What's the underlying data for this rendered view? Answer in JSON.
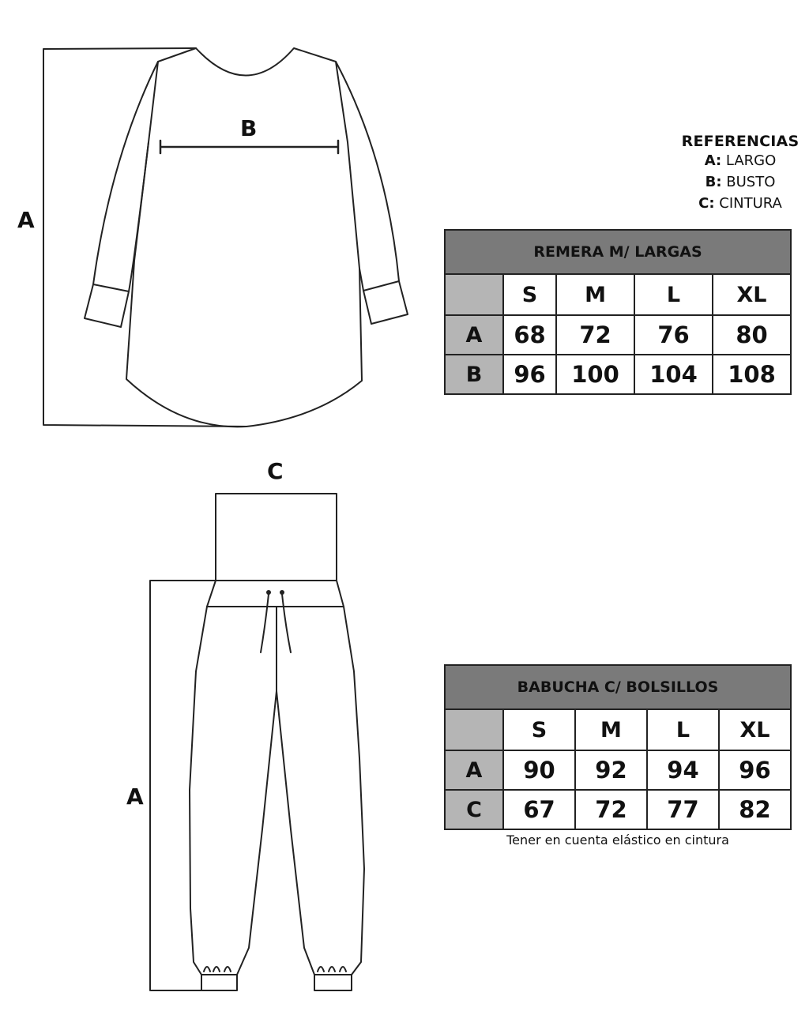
{
  "shirt": {
    "label_length": "A",
    "label_bust": "B"
  },
  "pants": {
    "label_waist": "C",
    "label_length": "A"
  },
  "references": {
    "title": "REFERENCIAS",
    "items": [
      {
        "key": "A:",
        "text": "LARGO"
      },
      {
        "key": "B:",
        "text": "BUSTO"
      },
      {
        "key": "C:",
        "text": "CINTURA"
      }
    ]
  },
  "tables": [
    {
      "title": "REMERA M/ LARGAS",
      "columns": [
        "S",
        "M",
        "L",
        "XL"
      ],
      "rows": [
        {
          "label": "A",
          "values": [
            "68",
            "72",
            "76",
            "80"
          ]
        },
        {
          "label": "B",
          "values": [
            "96",
            "100",
            "104",
            "108"
          ]
        }
      ]
    },
    {
      "title": "BABUCHA C/ BOLSILLOS",
      "columns": [
        "S",
        "M",
        "L",
        "XL"
      ],
      "rows": [
        {
          "label": "A",
          "values": [
            "90",
            "92",
            "94",
            "96"
          ]
        },
        {
          "label": "C",
          "values": [
            "67",
            "72",
            "77",
            "82"
          ]
        }
      ],
      "note": "Tener en cuenta elástico en cintura"
    }
  ]
}
